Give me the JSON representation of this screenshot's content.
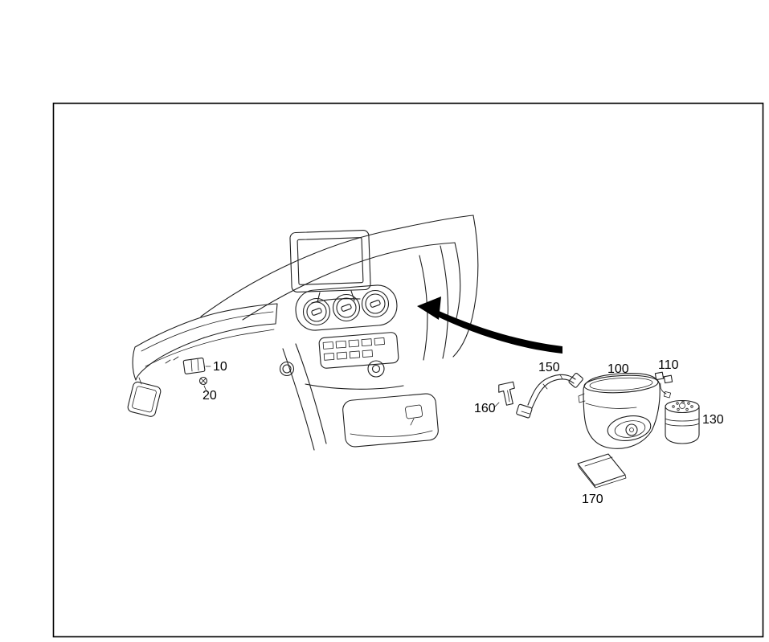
{
  "page": {
    "background": "#ffffff",
    "frame_border_color": "#000000",
    "line_color": "#1f1f1f",
    "arrow_color": "#000000"
  },
  "diagram": {
    "callouts": {
      "c10": "10",
      "c20": "20",
      "c100": "100",
      "c110": "110",
      "c130": "130",
      "c150": "150",
      "c160": "160",
      "c170": "170"
    }
  }
}
